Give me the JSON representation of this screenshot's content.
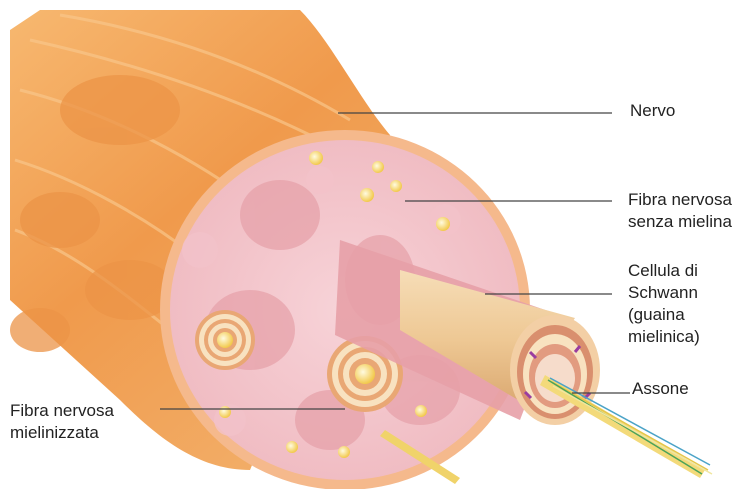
{
  "labels": {
    "nervo": "Nervo",
    "fibra_senza_mielina": [
      "Fibra nervosa",
      "senza mielina"
    ],
    "cellula_schwann": [
      "Cellula di",
      "Schwann",
      "(guaina",
      "mielinica)"
    ],
    "assone": "Assone",
    "fibra_mielinizzata": [
      "Fibra nervosa",
      "mielinizzata"
    ]
  },
  "colors": {
    "nerve_sheath": "#F3A85A",
    "nerve_dark": "#E9893A",
    "cross_section": "#F2C6CC",
    "fascicle": "#E7A2A8",
    "myelin": "#F3CFA5",
    "axon_yellow": "#F5D66A",
    "leader_line": "#444444"
  }
}
